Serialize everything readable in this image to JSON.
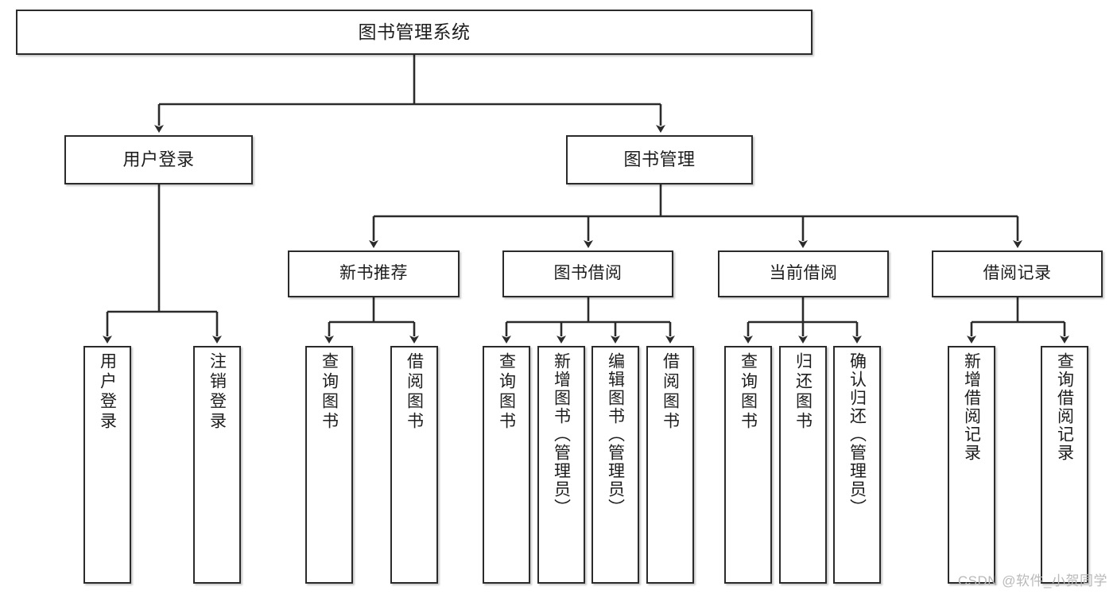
{
  "diagram": {
    "title": "图书管理系统",
    "type": "tree",
    "colors": {
      "box_border": "#2b2b2b",
      "box_fill": "#ffffff",
      "connector": "#2b2b2b",
      "text": "#1d1d1d",
      "watermark": "#b9b9b9",
      "background": "#ffffff"
    },
    "root": {
      "label": "图书管理系统"
    },
    "level2": [
      {
        "label": "用户登录"
      },
      {
        "label": "图书管理"
      }
    ],
    "level3": [
      {
        "label": "新书推荐"
      },
      {
        "label": "图书借阅"
      },
      {
        "label": "当前借阅"
      },
      {
        "label": "借阅记录"
      }
    ],
    "leaves": {
      "user_login": [
        {
          "label": "用户登录"
        },
        {
          "label": "注销登录"
        }
      ],
      "new_book_recommend": [
        {
          "label": "查询图书"
        },
        {
          "label": "借阅图书"
        }
      ],
      "book_borrow": [
        {
          "label": "查询图书"
        },
        {
          "label": "新增图书（管理员）"
        },
        {
          "label": "编辑图书（管理员）"
        },
        {
          "label": "借阅图书"
        }
      ],
      "current_borrow": [
        {
          "label": "查询图书"
        },
        {
          "label": "归还图书"
        },
        {
          "label": "确认归还（管理员）"
        }
      ],
      "borrow_record": [
        {
          "label": "新增借阅记录"
        },
        {
          "label": "查询借阅记录"
        }
      ]
    }
  },
  "watermark": {
    "text": "CSDN @软件_小贺同学"
  }
}
